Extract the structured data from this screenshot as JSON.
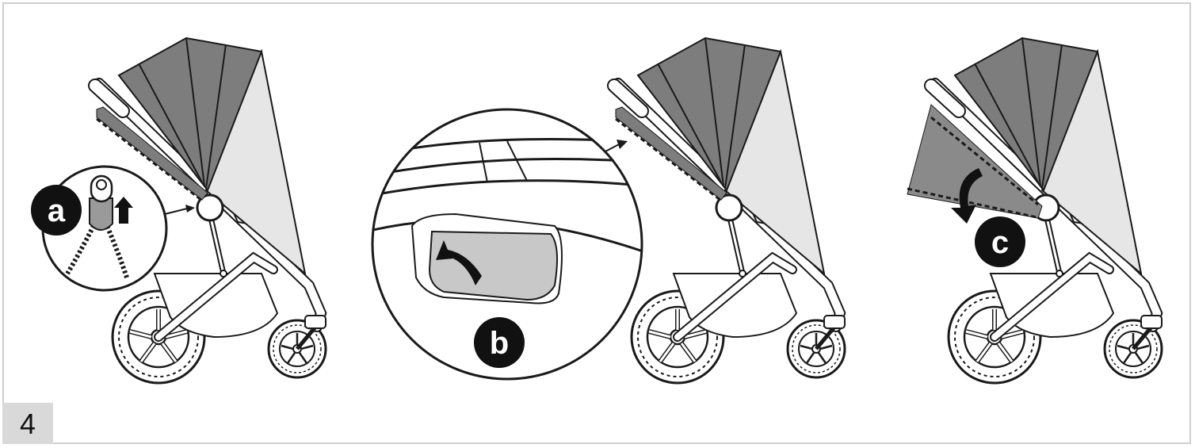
{
  "page_number": "4",
  "callouts": [
    {
      "label": "a"
    },
    {
      "label": "b"
    },
    {
      "label": "c"
    }
  ],
  "colors": {
    "canopy_dark": "#7d7d7d",
    "canopy_light": "#e6e6e6",
    "panel_dark": "#8a8a8a",
    "tab_light": "#c8c8c8",
    "badge": "#111111",
    "outline": "#1a1a1a"
  }
}
